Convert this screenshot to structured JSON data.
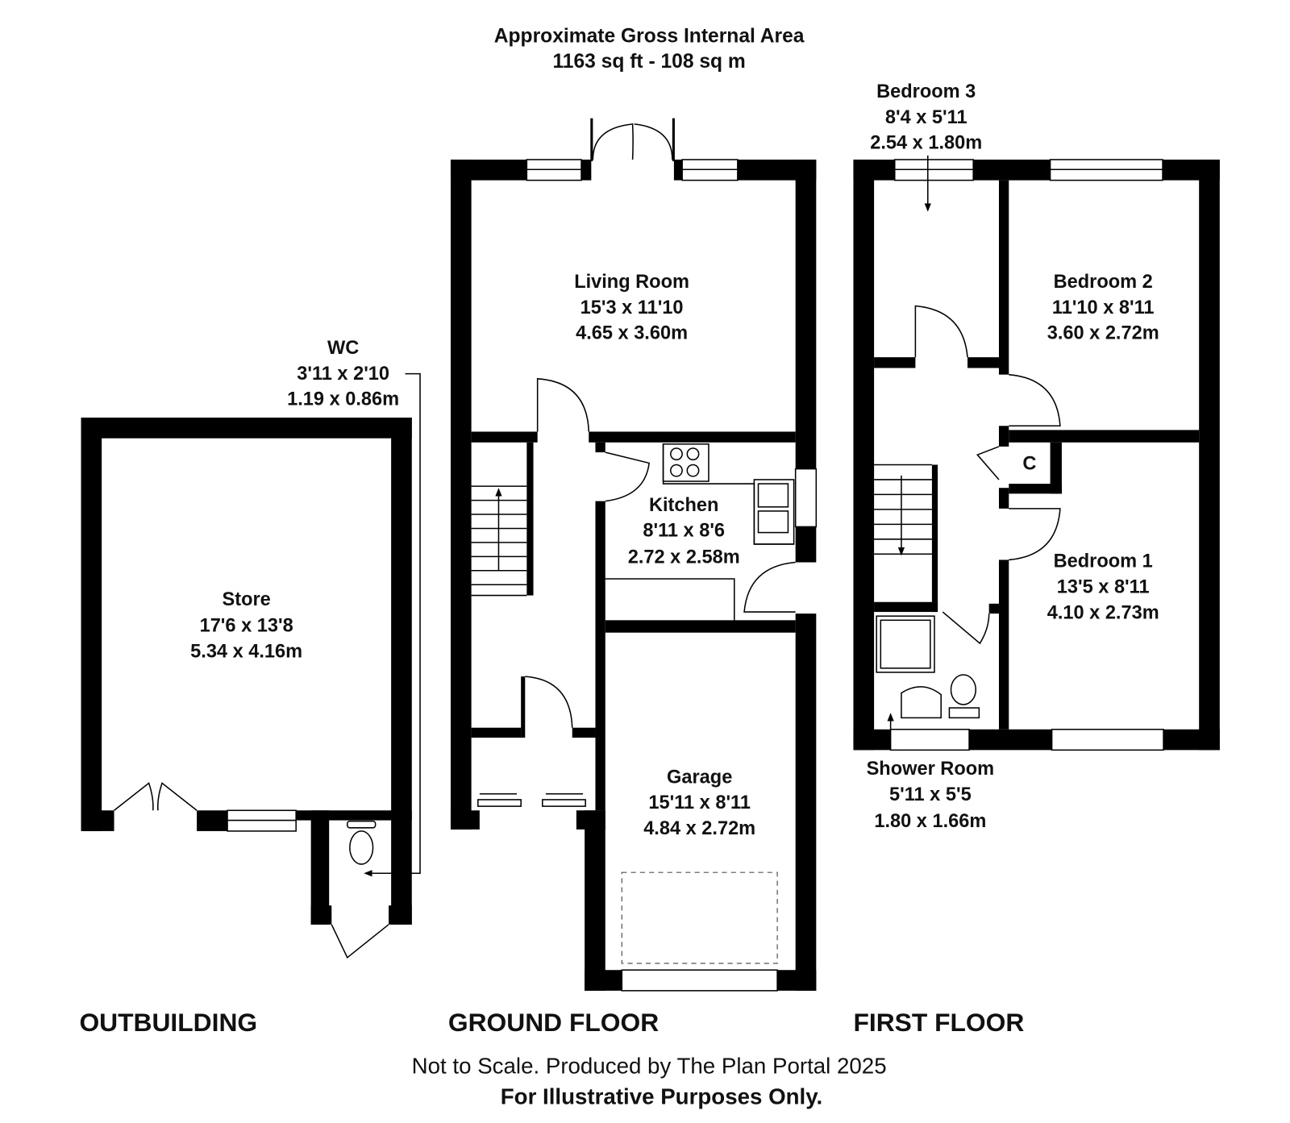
{
  "header": {
    "title": "Approximate Gross Internal Area",
    "area": "1163 sq ft - 108 sq m"
  },
  "floors": {
    "outbuilding": "OUTBUILDING",
    "ground": "GROUND FLOOR",
    "first": "FIRST FLOOR"
  },
  "rooms": {
    "wc": {
      "name": "WC",
      "imperial": "3'11 x 2'10",
      "metric": "1.19 x 0.86m"
    },
    "store": {
      "name": "Store",
      "imperial": "17'6 x 13'8",
      "metric": "5.34 x 4.16m"
    },
    "living": {
      "name": "Living Room",
      "imperial": "15'3 x 11'10",
      "metric": "4.65 x 3.60m"
    },
    "kitchen": {
      "name": "Kitchen",
      "imperial": "8'11 x 8'6",
      "metric": "2.72 x 2.58m"
    },
    "garage": {
      "name": "Garage",
      "imperial": "15'11 x 8'11",
      "metric": "4.84 x 2.72m"
    },
    "bedroom3": {
      "name": "Bedroom 3",
      "imperial": "8'4 x 5'11",
      "metric": "2.54 x 1.80m"
    },
    "bedroom2": {
      "name": "Bedroom 2",
      "imperial": "11'10 x 8'11",
      "metric": "3.60 x 2.72m"
    },
    "bedroom1": {
      "name": "Bedroom 1",
      "imperial": "13'5 x 8'11",
      "metric": "4.10 x 2.73m"
    },
    "shower": {
      "name": "Shower Room",
      "imperial": "5'11 x 5'5",
      "metric": "1.80 x 1.66m"
    },
    "cupboard": {
      "name": "C"
    }
  },
  "footer": {
    "note": "Not to Scale. Produced by The Plan Portal 2025",
    "disclaimer": "For Illustrative Purposes Only."
  }
}
